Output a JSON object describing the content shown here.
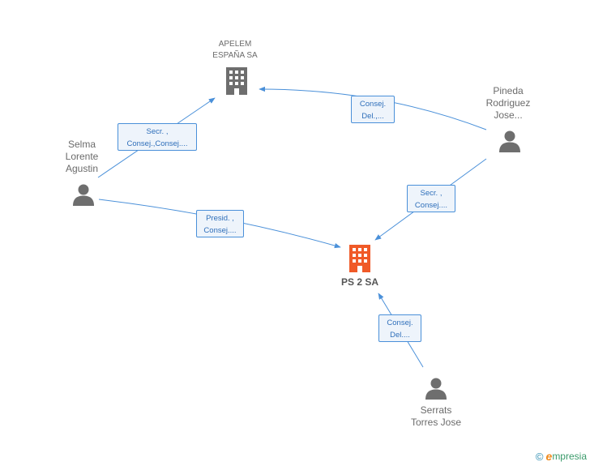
{
  "nodes": {
    "apelem": {
      "name": [
        "APELEM",
        "ESPAÑA SA"
      ],
      "type": "company"
    },
    "ps2": {
      "name": [
        "PS 2 SA"
      ],
      "type": "company-main",
      "color": "#f05a28"
    },
    "selma": {
      "name": [
        "Selma",
        "Lorente",
        "Agustin"
      ],
      "type": "person"
    },
    "pineda": {
      "name": [
        "Pineda",
        "Rodriguez",
        "Jose..."
      ],
      "type": "person"
    },
    "serrats": {
      "name": [
        "Serrats",
        "Torres Jose"
      ],
      "type": "person"
    }
  },
  "edges": [
    {
      "id": "selma-apelem",
      "from": "selma",
      "to": "apelem",
      "label": [
        "Secr. ,",
        "Consej.,Consej...."
      ]
    },
    {
      "id": "pineda-apelem",
      "from": "pineda",
      "to": "apelem",
      "label": [
        "Consej.",
        "Del.,..."
      ]
    },
    {
      "id": "pineda-ps2",
      "from": "pineda",
      "to": "ps2",
      "label": [
        "Secr. ,",
        "Consej...."
      ]
    },
    {
      "id": "selma-ps2",
      "from": "selma",
      "to": "ps2",
      "label": [
        "Presid. ,",
        "Consej...."
      ]
    },
    {
      "id": "serrats-ps2",
      "from": "serrats",
      "to": "ps2",
      "label": [
        "Consej.",
        "Del...."
      ]
    }
  ],
  "colors": {
    "edge": "#4a90d9",
    "company": "#6e6e6e",
    "person": "#6e6e6e",
    "main": "#f05a28"
  },
  "footer": {
    "copyright": "©",
    "brand_initial": "e",
    "brand_rest": "mpresia"
  }
}
